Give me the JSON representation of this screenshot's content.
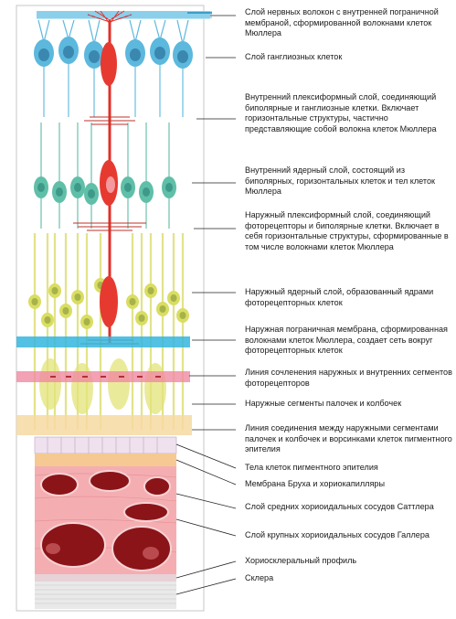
{
  "figure": {
    "colors": {
      "nerve": "#3aa9d6",
      "ganglion": "#5cb8dd",
      "mueller": "#e0302a",
      "bipolar": "#5fbfa8",
      "photoreceptor": "#d9dd62",
      "olm_band": "#35b6de",
      "junction_band": "#f08aa2",
      "segments_band": "#f7d9a2",
      "rpe": "#efe1ee",
      "choroid": "#f4aeb2",
      "vessel": "#8a1418",
      "sclera": "#e9e9e9"
    },
    "labels": [
      {
        "id": "nerve-fiber-layer",
        "text": "Слой нервных волокон с внутренней пограничной мембраной, сформированной волокнами клеток Мюллера"
      },
      {
        "id": "ganglion-cell-layer",
        "text": "Слой ганглиозных клеток"
      },
      {
        "id": "inner-plexiform-layer",
        "text": "Внутренний плексиформный слой, соединяющий биполярные и ганглиозные клетки. Включает горизонтальные структуры, частично представляющие собой волокна клеток Мюллера"
      },
      {
        "id": "inner-nuclear-layer",
        "text": "Внутренний ядерный слой, состоящий из биполярных, горизонтальных клеток и тел клеток Мюллера"
      },
      {
        "id": "outer-plexiform-layer",
        "text": "Наружный плексиформный слой, соединяющий фоторецепторы и биполярные клетки. Включает в себя горизонтальные структуры, сформированные в том числе волокнами клеток Мюллера"
      },
      {
        "id": "outer-nuclear-layer",
        "text": "Наружный ядерный слой, образованный ядрами фоторецепторных клеток"
      },
      {
        "id": "outer-limiting-membrane",
        "text": "Наружная пограничная мембрана, сформированная волокнами клеток Мюллера, создает сеть вокруг фоторецепторных клеток"
      },
      {
        "id": "segment-junction-line",
        "text": "Линия сочленения наружных и внутренних сегментов фоторецепторов"
      },
      {
        "id": "outer-segments",
        "text": "Наружные сегменты палочек и колбочек"
      },
      {
        "id": "outer-segment-rpe-junction",
        "text": "Линия соединения между наружными сегментами палочек и колбочек и ворсинками клеток пигментного эпителия"
      },
      {
        "id": "rpe-cell-bodies",
        "text": "Тела клеток пигментного эпителия"
      },
      {
        "id": "bruch-membrane",
        "text": "Мембрана Бруха и хориокапилляры"
      },
      {
        "id": "sattler-layer",
        "text": "Слой средних хориоидальных сосудов Саттлера"
      },
      {
        "id": "haller-layer",
        "text": "Слой крупных хориоидальных сосудов Галлера"
      },
      {
        "id": "choroid-scleral-profile",
        "text": "Хориосклеральный профиль"
      },
      {
        "id": "sclera",
        "text": "Склера"
      }
    ]
  }
}
